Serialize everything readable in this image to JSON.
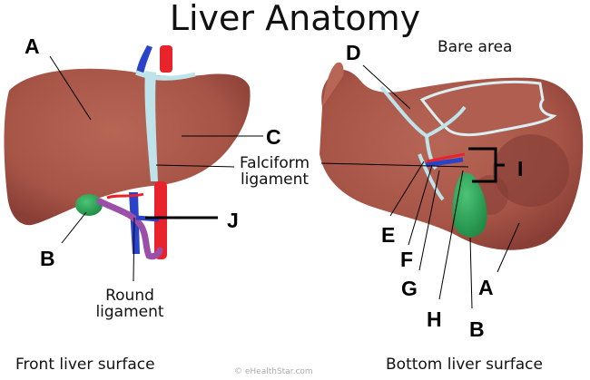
{
  "title": "Liver Anatomy",
  "labels": {
    "A_left": "A",
    "B_left": "B",
    "C": "C",
    "J": "J",
    "D": "D",
    "E": "E",
    "F": "F",
    "G": "G",
    "H": "H",
    "B_right": "B",
    "A_right": "A",
    "I": "I"
  },
  "notes": {
    "bare_area": "Bare area",
    "falciform_line1": "Falciform",
    "falciform_line2": "ligament",
    "round_line1": "Round",
    "round_line2": "ligament"
  },
  "captions": {
    "front": "Front liver surface",
    "bottom": "Bottom liver surface"
  },
  "credit": "© eHealthStar.com",
  "colors": {
    "liver": "#a9574a",
    "liver_shadow": "#8a3f36",
    "ligament": "#bfe3ea",
    "gallbladder": "#2ea85a",
    "artery": "#e8232b",
    "vein": "#2a43c9",
    "round_ligament": "#9b4fa8"
  }
}
